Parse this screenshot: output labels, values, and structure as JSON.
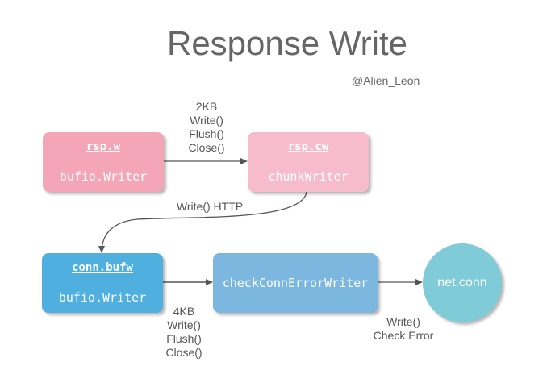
{
  "title": "Response Write",
  "author": "@Alien_Leon",
  "nodes": {
    "rsp_w": {
      "name": "rsp.w",
      "type": "bufio.Writer",
      "color": "#f4a6b8"
    },
    "rsp_cw": {
      "name": "rsp.cw",
      "type": "chunkWriter",
      "color": "#f6bccb"
    },
    "conn_bufw": {
      "name": "conn.bufw",
      "type": "bufio.Writer",
      "color": "#4fb0e0"
    },
    "check": {
      "label": "checkConnErrorWriter",
      "color": "#7cb7e0"
    },
    "net_conn": {
      "label": "net.conn",
      "color": "#7fccd8"
    }
  },
  "edges": {
    "w_to_cw": [
      "2KB",
      "Write()",
      "Flush()",
      "Close()"
    ],
    "cw_to_bufw": [
      "Write() HTTP"
    ],
    "bufw_to_check": [
      "4KB",
      "Write()",
      "Flush()",
      "Close()"
    ],
    "check_to_net": [
      "Write()",
      "Check Error"
    ]
  }
}
